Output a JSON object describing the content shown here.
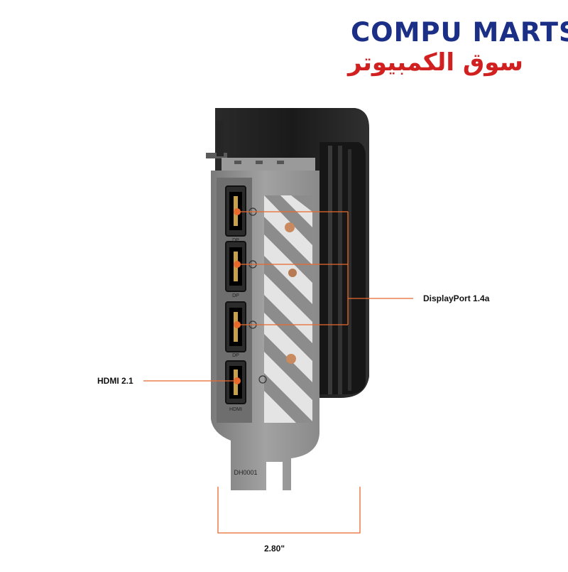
{
  "brand": {
    "name_latin": "COMPU MARTS",
    "name_arabic": "سوق الكمبيوتر",
    "latin_color": "#1b2f86",
    "arabic_color": "#d02020"
  },
  "callouts": {
    "displayport": "DisplayPort 1.4a",
    "hdmi": "HDMI 2.1",
    "width": "2.80\""
  },
  "bracket": {
    "port_labels": [
      "DP",
      "DP",
      "DP",
      "HDMI"
    ],
    "part_number": "DH0001"
  },
  "colors": {
    "accent": "#e8692c",
    "bracket_metal": "#8e8e8e",
    "cooler": "#1f1f1f"
  }
}
